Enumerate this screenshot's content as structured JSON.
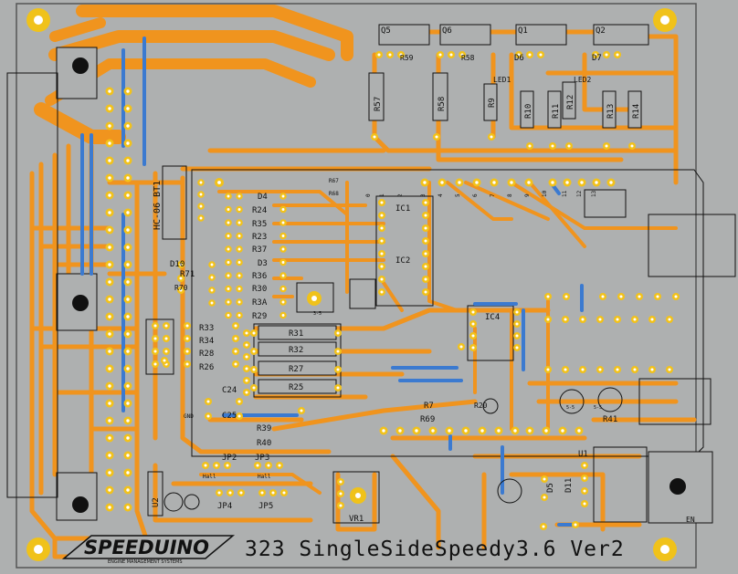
{
  "board": {
    "title": "323 SingleSideSpeedy3.6 Ver2",
    "logo_main": "SPEEDUINO",
    "logo_sub": "ENGINE MANAGEMENT SYSTEMS",
    "colors": {
      "background": "#aeb0b0",
      "trace": "#f0941e",
      "jumper": "#3b7ad0",
      "pad": "#f2c21a",
      "silk": "#111111",
      "hole": "#ffffff"
    }
  },
  "components": {
    "transistors": [
      "Q5",
      "Q6",
      "Q1",
      "Q2"
    ],
    "resistors_top": [
      "R59",
      "R58",
      "R57",
      "R58",
      "R9",
      "R10",
      "R11",
      "R12",
      "R13",
      "R14"
    ],
    "diodes_top": [
      "D6",
      "D7"
    ],
    "leds_top": [
      "LED1",
      "LED2"
    ],
    "bt_module": "HC-06 BT1",
    "left_stack": [
      "D4",
      "R24",
      "R35",
      "R23",
      "R37",
      "D3",
      "R36",
      "R30",
      "R3A",
      "R29"
    ],
    "d10": "D10",
    "r71": "R71",
    "r70": "R70",
    "left_resistors": [
      "R33",
      "R34",
      "R28",
      "R26"
    ],
    "mid_resistors": [
      "R31",
      "R32",
      "R27",
      "R25"
    ],
    "r39": "R39",
    "r40": "R40",
    "c24": "C24",
    "c25": "C25",
    "gnd": "GND",
    "ic1": "IC1",
    "ic2": "IC2",
    "ic4": "IC4",
    "r67": "R67",
    "r68": "R68",
    "r69": "R69",
    "r7": "R7",
    "r20": "R20",
    "r41": "R41",
    "jp": [
      "JP2",
      "JP3",
      "JP4",
      "JP5"
    ],
    "hall": "Hall",
    "u2": "U2",
    "vr1": "VR1",
    "u1": "U1",
    "d5": "D5",
    "d11": "D11",
    "edge_label": "EN",
    "pot_label": "3-5",
    "cap_label": "5-5",
    "pin_labels": [
      "0",
      "1",
      "2",
      "3",
      "4",
      "5",
      "6",
      "7",
      "8",
      "9",
      "10",
      "11",
      "12",
      "13"
    ]
  }
}
